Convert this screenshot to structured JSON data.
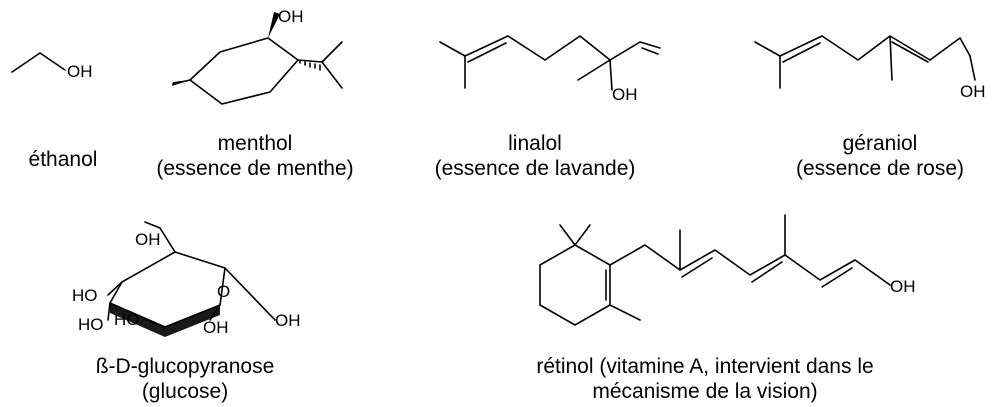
{
  "molecules": [
    {
      "id": "ethanol",
      "name": "éthanol",
      "note": "",
      "atoms": [
        "OH"
      ]
    },
    {
      "id": "menthol",
      "name": "menthol",
      "note": "(essence de menthe)",
      "atoms": [
        "OH"
      ]
    },
    {
      "id": "linalol",
      "name": "linalol",
      "note": "(essence de lavande)",
      "atoms": [
        "OH"
      ]
    },
    {
      "id": "geraniol",
      "name": "géraniol",
      "note": "(essence de rose)",
      "atoms": [
        "OH"
      ]
    },
    {
      "id": "glucose",
      "name": "ß-D-glucopyranose",
      "note": "(glucose)",
      "atoms": [
        "OH",
        "O",
        "HO",
        "HO",
        "HO",
        "OH",
        "OH"
      ]
    },
    {
      "id": "retinol",
      "name": "rétinol  (vitamine A, intervient dans le",
      "note": "mécanisme de la vision)",
      "atoms": [
        "OH"
      ]
    }
  ]
}
